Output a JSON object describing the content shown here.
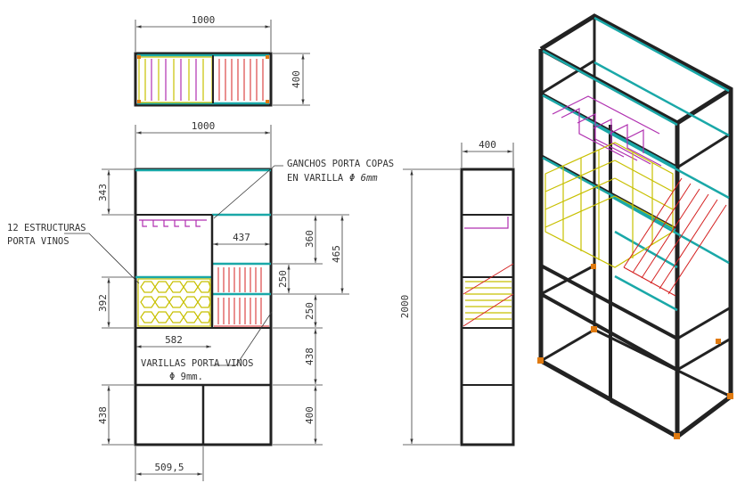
{
  "dimensions": {
    "top_width": "1000",
    "top_depth": "400",
    "front_width": "1000",
    "side_depth": "400",
    "height_343": "343",
    "dim_437": "437",
    "dim_360": "360",
    "dim_465": "465",
    "dim_250_upper": "250",
    "dim_392": "392",
    "dim_250_lower": "250",
    "dim_582": "582",
    "dim_438_right": "438",
    "dim_438_left": "438",
    "dim_400_right": "400",
    "dim_5095": "509,5",
    "total_height": "2000"
  },
  "annotations": {
    "hooks_line1": "GANCHOS PORTA COPAS",
    "hooks_line2": "EN VARILLA",
    "hooks_line2_dia": "Φ 6mm",
    "structures_line1": "12 ESTRUCTURAS",
    "structures_line2": "PORTA VINOS",
    "rods_line1": "VARILLAS PORTA VINOS",
    "rods_line2": "Φ 9mm."
  },
  "colors": {
    "frame": "#222222",
    "teal_shelf": "#1aa8a8",
    "wine_rods": "#d42020",
    "wine_structures": "#c8c000",
    "glass_hooks": "#b030b0",
    "feet": "#e07a10"
  }
}
